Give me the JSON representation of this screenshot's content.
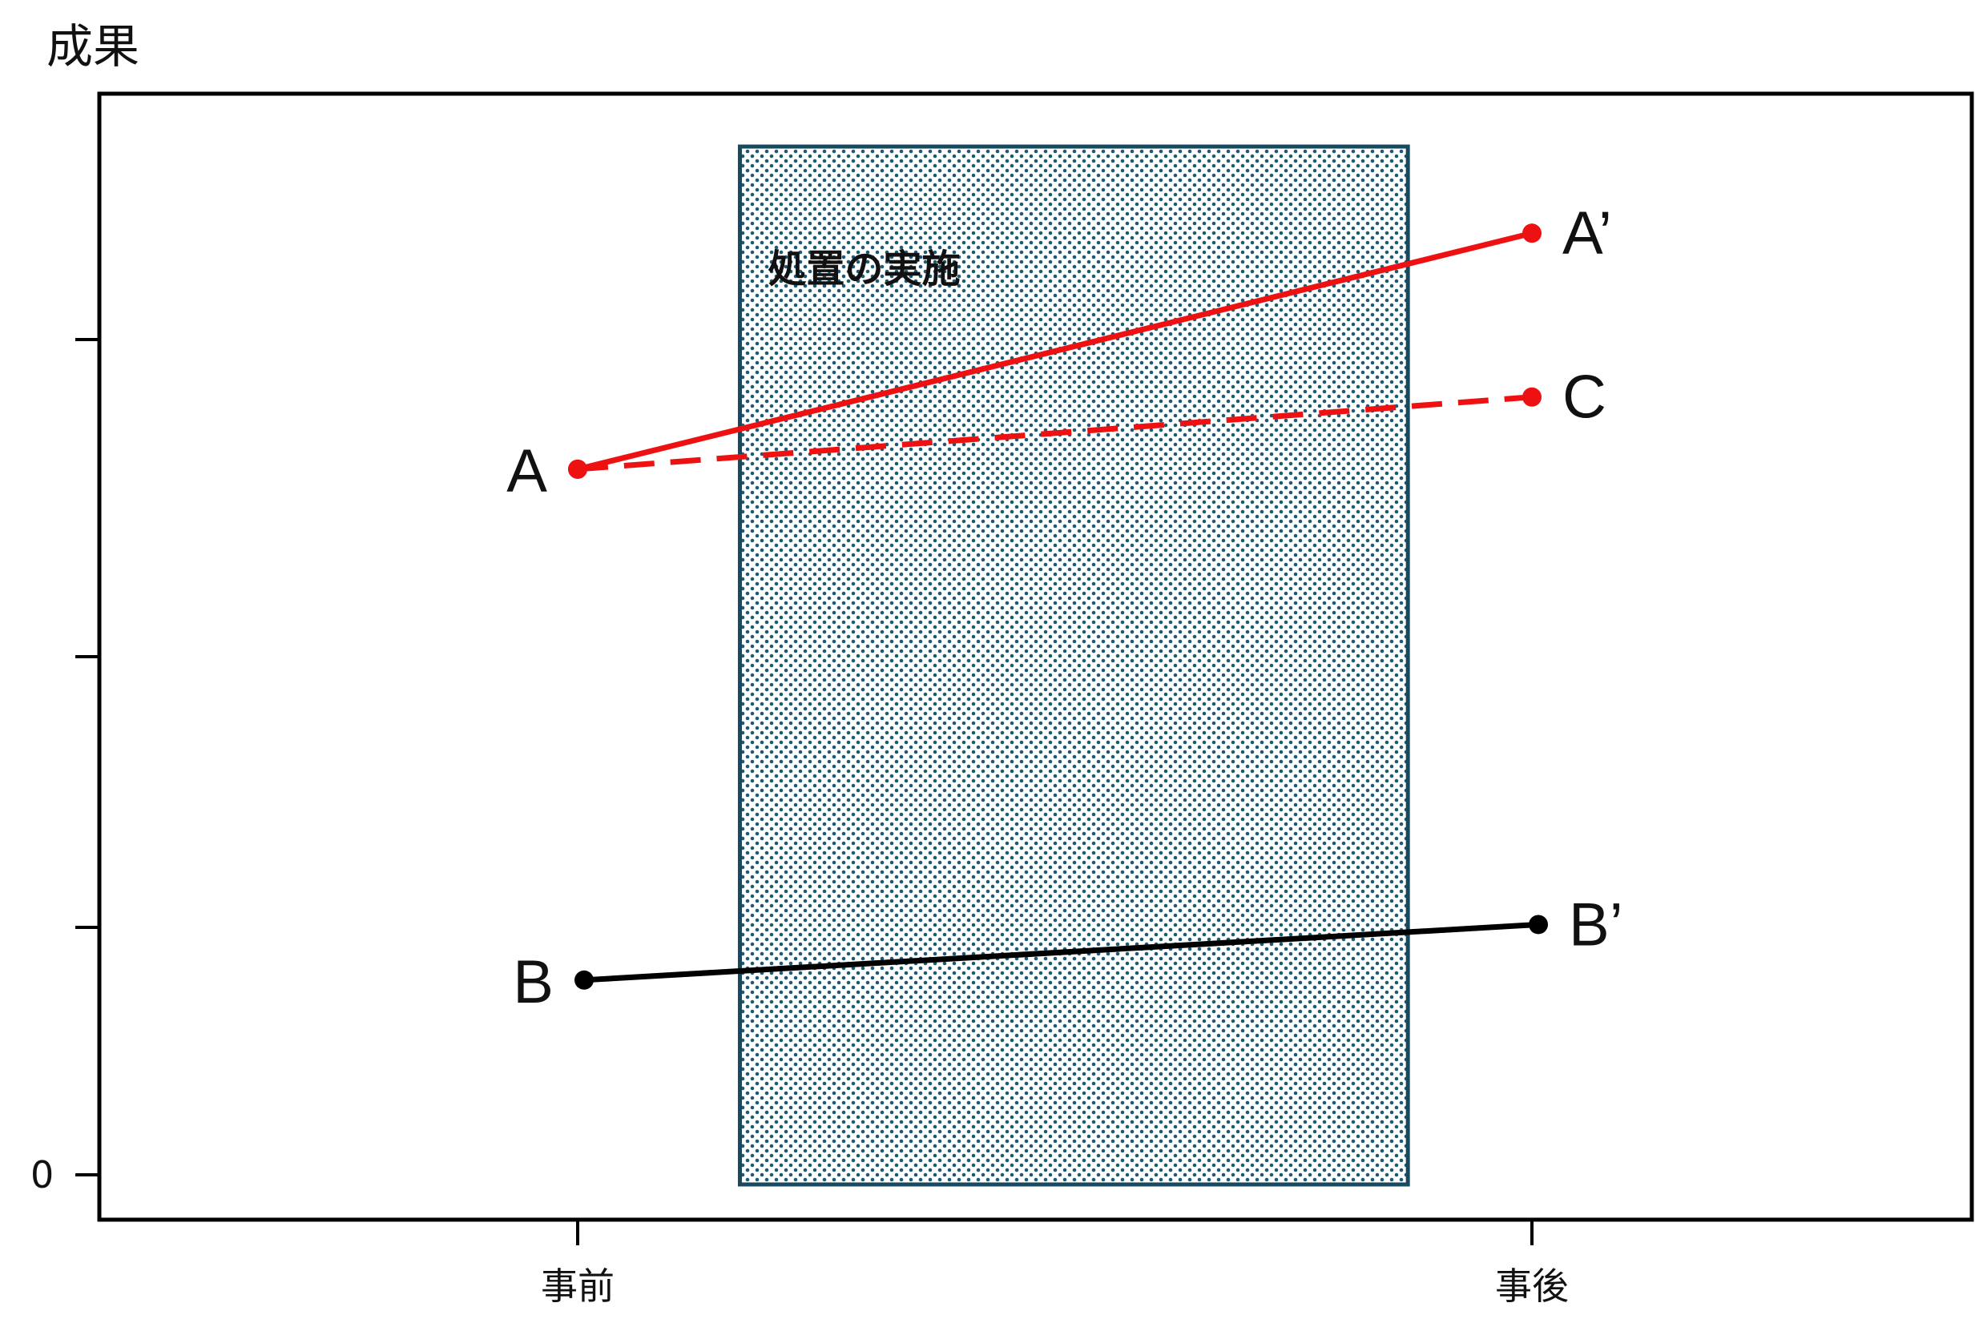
{
  "chart_data": {
    "type": "line",
    "ylabel": "成果",
    "xlabel": "",
    "categories": [
      "事前",
      "事後"
    ],
    "x_tick_labels": [
      "事前",
      "事後"
    ],
    "y_tick_labels": [
      "0",
      "",
      "",
      ""
    ],
    "y_ticks": [
      0,
      1,
      2,
      3
    ],
    "ylim": [
      -0.2,
      4.3
    ],
    "treatment_label": "処置の実施",
    "treatment_span": [
      0.17,
      0.87
    ],
    "grid": false,
    "series": [
      {
        "start_label": "A",
        "end_label": "A’",
        "values": [
          2.6,
          3.45
        ],
        "color": "#ee1111",
        "style": "solid"
      },
      {
        "start_label": "",
        "end_label": "C",
        "values": [
          2.6,
          2.86
        ],
        "color": "#ee1111",
        "style": "dashed"
      },
      {
        "start_label": "B",
        "end_label": "B’",
        "values": [
          0.76,
          0.96
        ],
        "color": "#000000",
        "style": "solid"
      }
    ]
  }
}
